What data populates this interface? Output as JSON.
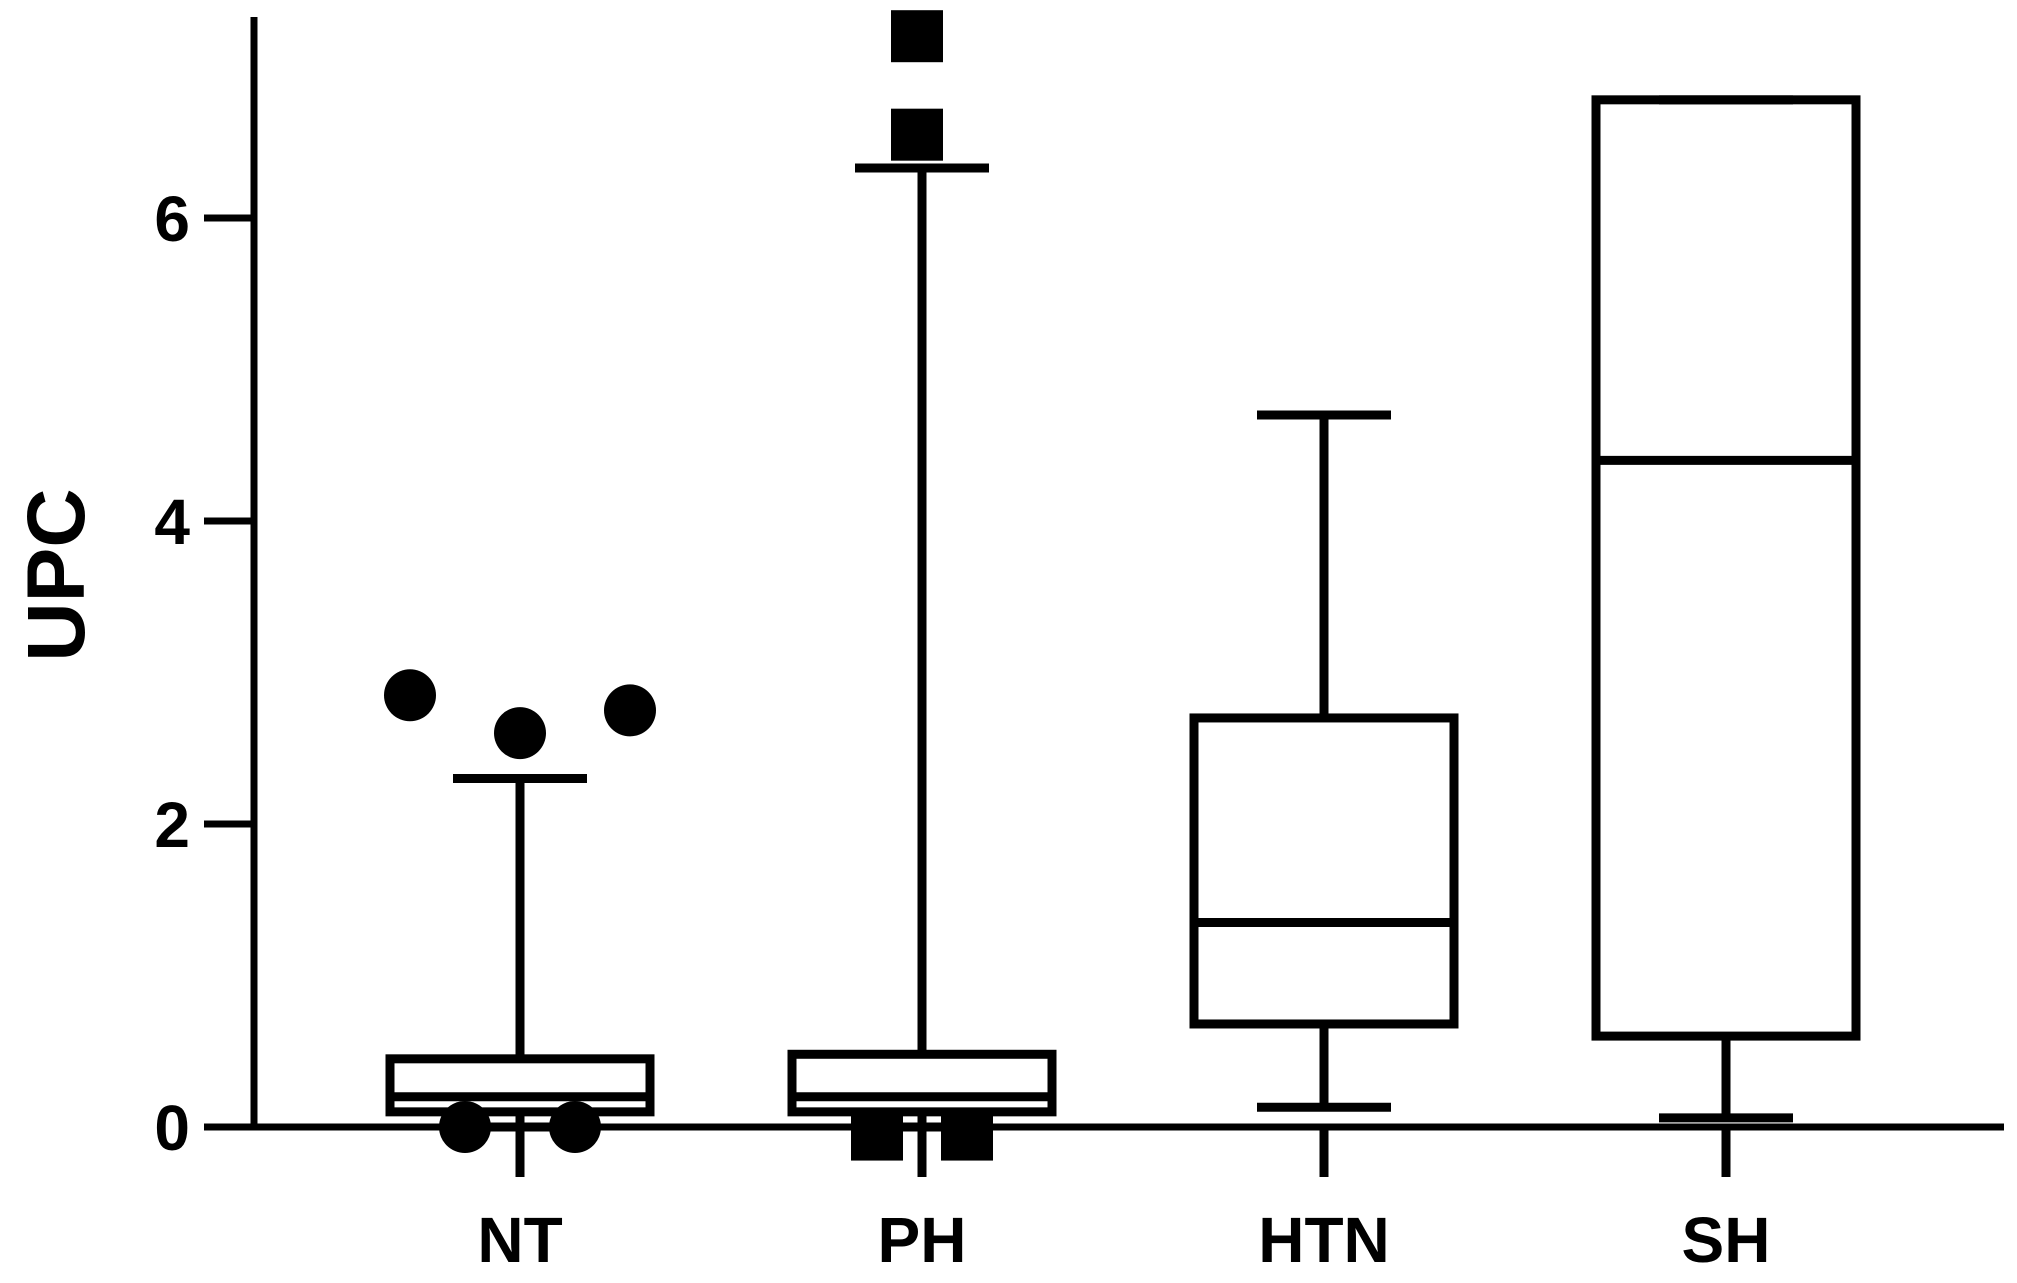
{
  "chart_data": {
    "type": "box",
    "ylabel": "UPC",
    "xlabel": "",
    "title": "",
    "ylim": [
      0,
      7.4
    ],
    "yticks": [
      0,
      2,
      4,
      6
    ],
    "categories": [
      "NT",
      "PH",
      "HTN",
      "SH"
    ],
    "boxes": [
      {
        "category": "NT",
        "whisker_low": 0.0,
        "q1": 0.1,
        "median": 0.2,
        "q3": 0.45,
        "whisker_high": 2.3,
        "outliers": [
          2.85,
          2.6,
          2.75,
          0.0,
          0.0
        ],
        "marker": "circle"
      },
      {
        "category": "PH",
        "whisker_low": 0.0,
        "q1": 0.1,
        "median": 0.2,
        "q3": 0.48,
        "whisker_high": 6.33,
        "outliers": [
          7.2,
          6.55,
          -0.05,
          -0.05
        ],
        "marker": "square"
      },
      {
        "category": "HTN",
        "whisker_low": 0.13,
        "q1": 0.68,
        "median": 1.35,
        "q3": 2.7,
        "whisker_high": 4.7,
        "outliers": [],
        "marker": "circle"
      },
      {
        "category": "SH",
        "whisker_low": 0.06,
        "q1": 0.6,
        "median": 4.4,
        "q3": 6.78,
        "whisker_high": 6.78,
        "outliers": [],
        "marker": "circle"
      }
    ],
    "grid": false,
    "legend": "none"
  }
}
